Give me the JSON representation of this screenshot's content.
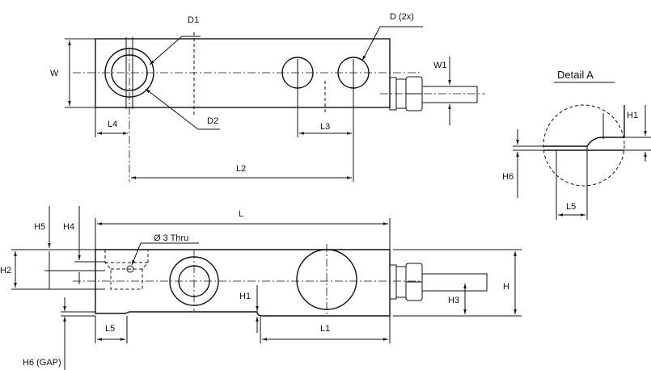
{
  "top_view": {
    "labels": {
      "d1": "D1",
      "d2": "D2",
      "d2x": "D (2x)",
      "w": "W",
      "w1": "W1",
      "l4": "L4",
      "l3": "L3",
      "l2": "L2"
    }
  },
  "side_view": {
    "labels": {
      "l": "L",
      "h5": "H5",
      "h4": "H4",
      "h2": "H2",
      "h1": "H1",
      "h": "H",
      "h3": "H3",
      "l5": "L5",
      "l1": "L1",
      "h6gap": "H6 (GAP)",
      "thru": "Ø 3 Thru"
    }
  },
  "detail": {
    "title": "Detail A",
    "labels": {
      "h1": "H1",
      "h6": "H6",
      "l5": "L5"
    }
  }
}
